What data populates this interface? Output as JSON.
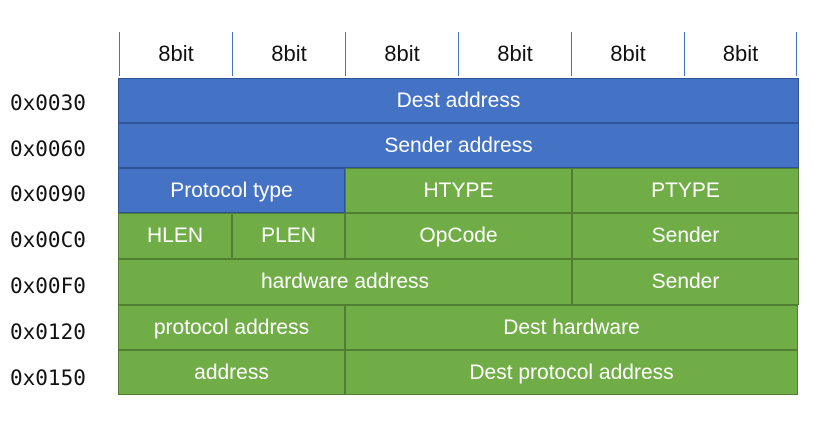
{
  "colors": {
    "blue": "#4472c4",
    "green": "#70ad47"
  },
  "columns": [
    "8bit",
    "8bit",
    "8bit",
    "8bit",
    "8bit",
    "8bit"
  ],
  "row_labels": [
    "0x0030",
    "0x0060",
    "0x0090",
    "0x00C0",
    "0x00F0",
    "0x0120",
    "0x0150"
  ],
  "fields": [
    {
      "label": "Dest address",
      "color": "blue"
    },
    {
      "label": "Sender address",
      "color": "blue"
    },
    {
      "label": "Protocol type",
      "color": "blue"
    },
    {
      "label": "HTYPE",
      "color": "green"
    },
    {
      "label": "PTYPE",
      "color": "green"
    },
    {
      "label": "HLEN",
      "color": "green"
    },
    {
      "label": "PLEN",
      "color": "green"
    },
    {
      "label": "OpCode",
      "color": "green"
    },
    {
      "label": "Sender",
      "color": "green"
    },
    {
      "label": "hardware address",
      "color": "green"
    },
    {
      "label": "Sender",
      "color": "green"
    },
    {
      "label": "protocol address",
      "color": "green"
    },
    {
      "label": "Dest hardware",
      "color": "green"
    },
    {
      "label": "address",
      "color": "green"
    },
    {
      "label": "Dest protocol address",
      "color": "green"
    }
  ]
}
